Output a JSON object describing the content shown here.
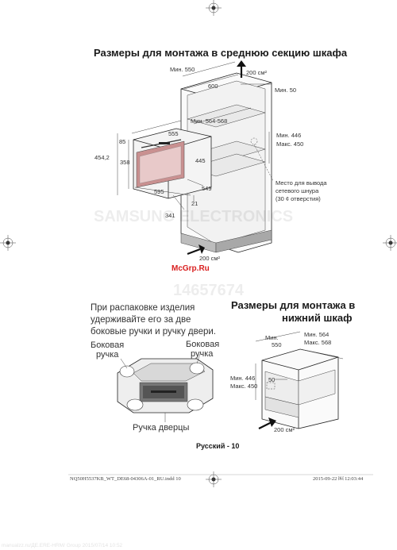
{
  "top_section": {
    "title": "Размеры для монтажа в среднюю секцию шкафа",
    "dims": {
      "min550": "Мин. 550",
      "w600": "600",
      "min50": "Мин. 50",
      "min564_568": "Мин. 564-568",
      "h555": "555",
      "h85": "85",
      "h454": "454,2",
      "h358": "358",
      "h445": "445",
      "min446": "Мин. 446",
      "max450": "Макс. 450",
      "w595": "595",
      "w549": "549",
      "w21": "21",
      "w341": "341",
      "vent_top": "200 см²",
      "vent_bottom": "200 см²"
    },
    "cord_note": [
      "Место для вывода",
      "сетевого шнура",
      "(30 ¢ отверстия)"
    ]
  },
  "watermarks": {
    "site": "McGrp.Ru",
    "doc_number": "14657674",
    "brand": "SAMSUNG ELECTRONICS"
  },
  "handling": {
    "text": "При распаковке изделия удерживайте его за две боковые ручки и ручку двери.",
    "side_handle_left": [
      "Боковая",
      "ручка"
    ],
    "side_handle_right": [
      "Боковая",
      "ручка"
    ],
    "door_handle": "Ручка дверцы"
  },
  "bottom_section": {
    "title": [
      "Размеры для монтажа в",
      "нижний шкаф"
    ],
    "dims": {
      "min": "Мин.",
      "d550": "550",
      "min564": "Мин. 564",
      "max568": "Макс. 568",
      "min446": "Мин. 446",
      "max450": "Макс. 450",
      "d50": "50",
      "vent": "200 см²"
    }
  },
  "page_label": "Русский - 10",
  "footer": {
    "file": "NQ50H5537KB_WT_DE68-04306A-01_RU.indd   10",
    "date": "2015-09-22   ￼ 12:03:44",
    "watermark_bottom": "manualzz.ru/ДЕ.ERE-HRM/ Group 2015/07/14 10:52"
  }
}
